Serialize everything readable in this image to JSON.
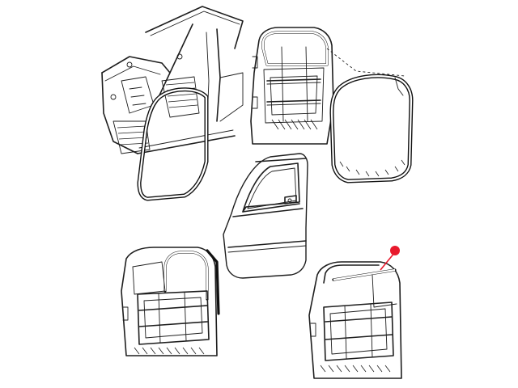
{
  "diagram": {
    "panels": [
      {
        "name": "body-frame-with-door-seal"
      },
      {
        "name": "door-shell-with-frame-seal"
      },
      {
        "name": "weatherstrip-seal"
      },
      {
        "name": "outer-door-panel"
      },
      {
        "name": "door-inner-with-glass-run"
      },
      {
        "name": "door-inner-with-belt-seal"
      }
    ],
    "callout": {
      "marker_color": "#e8192c",
      "leader_color": "#e8192c"
    }
  }
}
